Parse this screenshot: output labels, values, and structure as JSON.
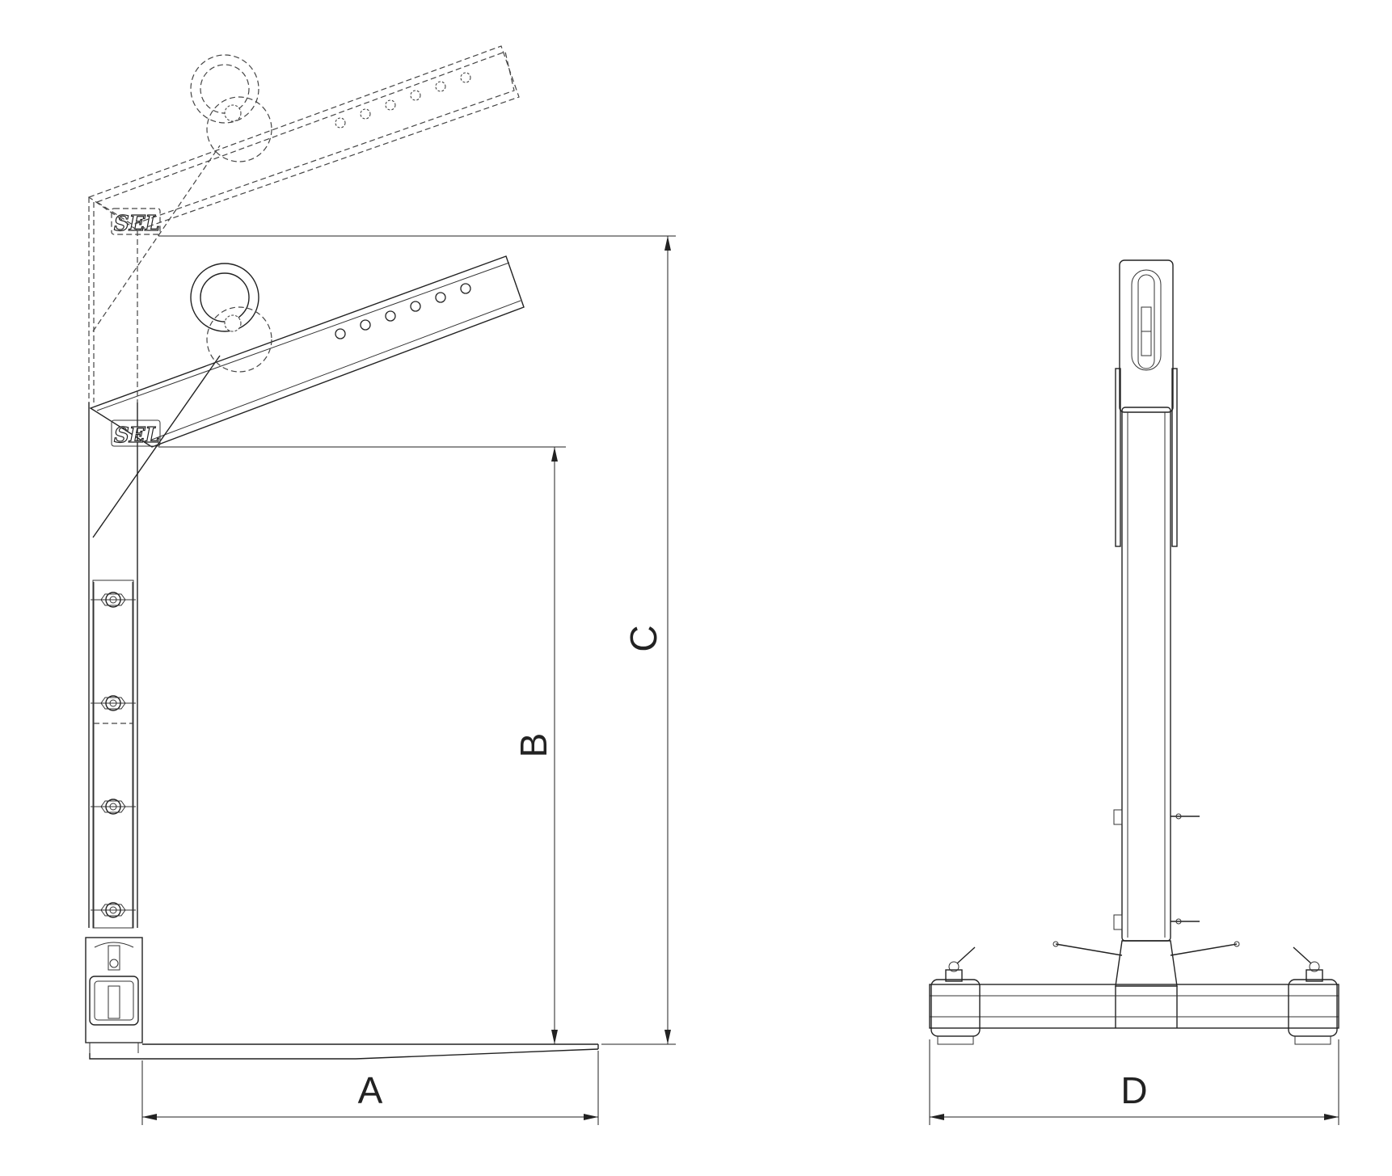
{
  "dimensions": {
    "a": "A",
    "b": "B",
    "c": "C",
    "d": "D"
  },
  "logo": {
    "text": "SEL"
  }
}
